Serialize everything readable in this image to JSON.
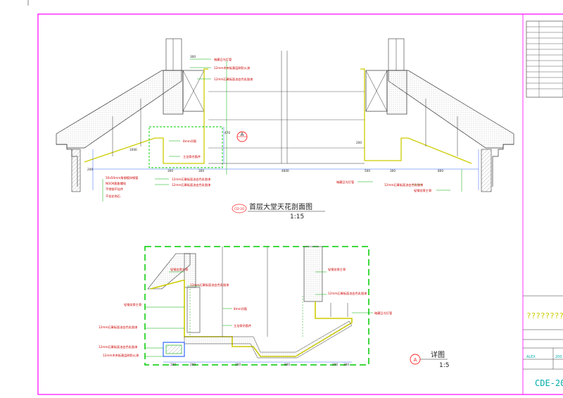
{
  "main_title": "首层大堂天花剖面图",
  "main_scale": "1:15",
  "main_ref": "CD-20",
  "detail_title": "详图",
  "detail_scale": "1:5",
  "detail_mark": "A",
  "section_marker": "A",
  "titleblock": {
    "project_name": "????????",
    "designer": "ALEX",
    "year": "200",
    "drawing_no": "CDE-20"
  },
  "left_labels": [
    "暗藏日光灯管",
    "12mm木夹板基层刷防火漆",
    "12mm石膏板面油白色乳胶漆",
    "8mm吊筋",
    "主龙骨吊筋件",
    "12mm石膏板面油白色乳胶漆",
    "12mm石膏板面油白色乳胶漆"
  ],
  "left_wall_labels": [
    "50x50mm角钢镀锌钢管",
    "NOOK膨胀螺栓",
    "不锈钢干挂件",
    "干挂花岗石"
  ],
  "right_labels": [
    "暗藏日光灯管",
    "12mm石膏板面油白色乳胶漆",
    "轻钢龙骨主骨"
  ],
  "detail_labels": [
    "轻钢龙骨主骨",
    "12mm石膏板面油白色乳胶漆",
    "8mm吊筋",
    "主龙骨吊筋件",
    "轻钢龙骨主骨",
    "12mm石膏板面油白色乳胶漆",
    "12mm石膏板面油白色乳胶漆",
    "12mm木夹板基层刷防火漆",
    "轻钢龙骨主骨",
    "12mm石膏板面油白色乳胶漆",
    "暗藏日光灯管"
  ],
  "dims_main": [
    "300",
    "1000",
    "300",
    "300",
    "4600",
    "500",
    "300",
    "800",
    "200",
    "200",
    "470"
  ],
  "dims_detail": [
    "100",
    "200",
    "300",
    "800",
    "200",
    "300"
  ],
  "colors": {
    "border": "#ff00ff",
    "detail_box": "#00cc00",
    "lines": "#222222",
    "ceiling_yellow": "#cccc00",
    "leader_green": "#00aa00",
    "text_red": "#cc0000",
    "titleblock_text": "#00aaaa",
    "marker_red": "#ff2222",
    "dim_blue": "#3366ff"
  }
}
